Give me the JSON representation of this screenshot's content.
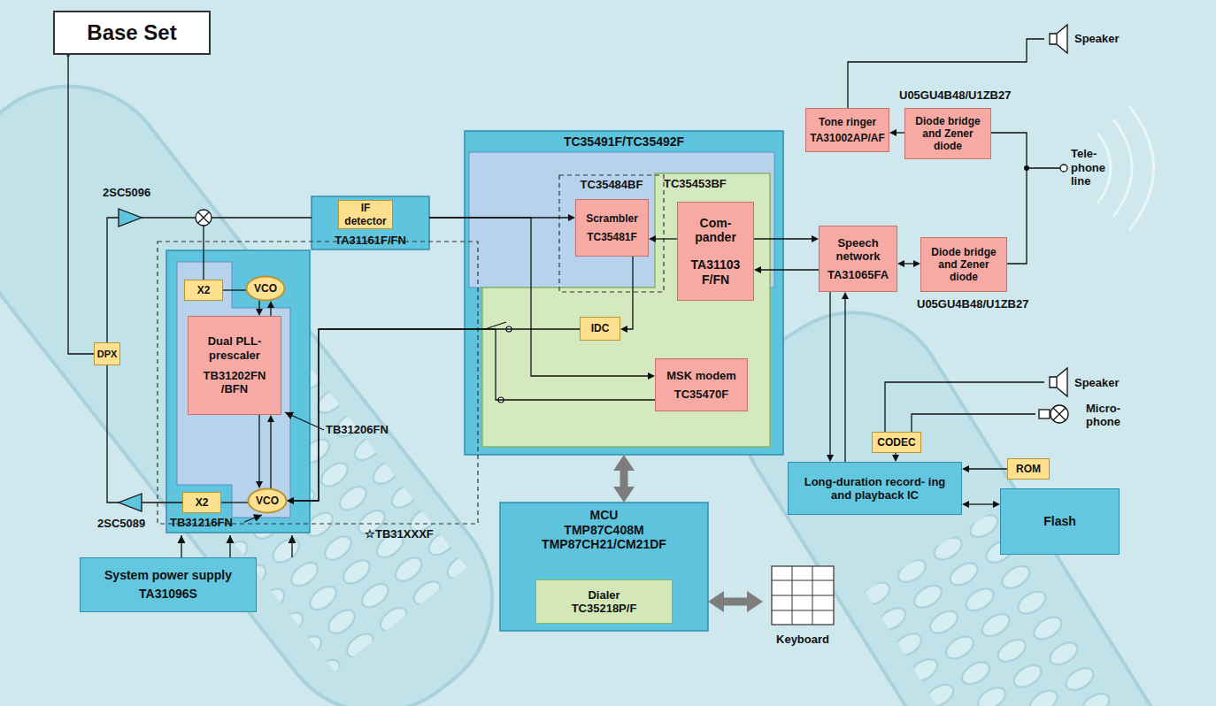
{
  "diagram": {
    "title": "Base Set",
    "nodes": [
      {
        "text": [
          "TA31161F/FN"
        ]
      },
      {
        "text": [
          "IF detector"
        ],
        "in": 0
      },
      {
        "text": [
          "X2"
        ]
      },
      {
        "text": [
          "VCO"
        ]
      },
      {
        "text": [
          "Dual PLL-prescaler",
          "TB31202FN /BFN"
        ]
      },
      {
        "text": [
          "X2"
        ]
      },
      {
        "text": [
          "VCO"
        ]
      },
      {
        "text": [
          "DPX"
        ]
      },
      {
        "text": [
          "TC35491F/TC35492F"
        ]
      },
      {
        "text": [
          "TC35484BF"
        ],
        "in": 8
      },
      {
        "text": [
          "TC35453BF"
        ],
        "in": 8
      },
      {
        "text": [
          "Scrambler",
          "TC35481F"
        ],
        "in": 9
      },
      {
        "text": [
          "Com- pander",
          "TA31103 F/FN"
        ],
        "in": 10
      },
      {
        "text": [
          "IDC"
        ],
        "in": 10
      },
      {
        "text": [
          "MSK modem",
          "TC35470F"
        ],
        "in": 10
      },
      {
        "text": [
          "MCU",
          "TMP87C408M",
          "TMP87CH21/CM21DF"
        ]
      },
      {
        "text": [
          "Dialer",
          "TC35218P/F"
        ],
        "in": 15
      },
      {
        "text": [
          "Keyboard"
        ]
      },
      {
        "text": [
          "System power supply",
          "TA31096S"
        ]
      },
      {
        "text": [
          "Tone ringer",
          "TA31002AP/AF"
        ]
      },
      {
        "text": [
          "Diode bridge and Zener diode"
        ]
      },
      {
        "text": [
          "Speech network",
          "TA31065FA"
        ]
      },
      {
        "text": [
          "Diode bridge and Zener diode"
        ]
      },
      {
        "text": [
          "CODEC"
        ]
      },
      {
        "text": [
          "ROM"
        ]
      },
      {
        "text": [
          "Long-duration record- ing and playback IC"
        ]
      },
      {
        "text": [
          "Flash"
        ]
      },
      {
        "text": [
          "Speaker"
        ]
      },
      {
        "text": [
          "Speaker"
        ]
      },
      {
        "text": [
          "Micro- phone"
        ]
      }
    ],
    "edges": [
      {
        "from": 0,
        "to": 11,
        "arrow": "to"
      },
      {
        "from": 0,
        "to": 14,
        "arrow": "to"
      },
      {
        "from": 12,
        "to": 11,
        "arrow": "to"
      },
      {
        "from": 11,
        "to": 13,
        "arrow": "to"
      },
      {
        "from": 13,
        "to": 6,
        "arrow": "to"
      },
      {
        "from": 14,
        "to": 6,
        "arrow": "to"
      },
      {
        "from": 3,
        "to": 4,
        "arrow": "to"
      },
      {
        "from": 4,
        "to": 3,
        "arrow": "to"
      },
      {
        "from": 4,
        "to": 6,
        "arrow": "to"
      },
      {
        "from": 6,
        "to": 4,
        "arrow": "to"
      },
      {
        "from": 3,
        "to": 2,
        "arrow": "none"
      },
      {
        "from": 6,
        "to": 5,
        "arrow": "none"
      },
      {
        "from": 12,
        "to": 21,
        "arrow": "to"
      },
      {
        "from": 21,
        "to": 12,
        "arrow": "to"
      },
      {
        "from": 8,
        "to": 15,
        "arrow": "both"
      },
      {
        "from": 15,
        "to": 17,
        "arrow": "both"
      },
      {
        "from": 20,
        "to": 19,
        "arrow": "to"
      },
      {
        "from": 19,
        "to": 27,
        "arrow": "none"
      },
      {
        "from": 21,
        "to": 22,
        "arrow": "both"
      },
      {
        "from": 21,
        "to": 25,
        "arrow": "to"
      },
      {
        "from": 25,
        "to": 21,
        "arrow": "to"
      },
      {
        "from": 28,
        "to": 23,
        "arrow": "none"
      },
      {
        "from": 29,
        "to": 23,
        "arrow": "none"
      },
      {
        "from": 23,
        "to": 25,
        "arrow": "to"
      },
      {
        "from": 24,
        "to": 25,
        "arrow": "to"
      },
      {
        "from": 25,
        "to": 26,
        "arrow": "both"
      }
    ],
    "labels": [
      "2SC5096",
      "2SC5089",
      "TB31206FN",
      "TB31216FN",
      "☆TB31XXXF",
      "U05GU4B48/U1ZB27",
      "U05GU4B48/U1ZB27",
      "Tele- phone line"
    ]
  }
}
